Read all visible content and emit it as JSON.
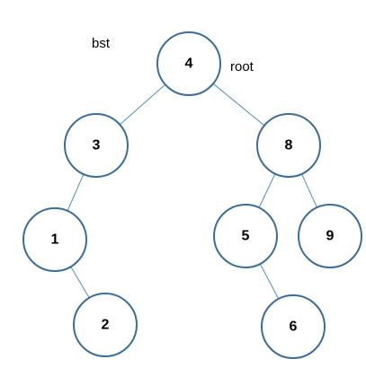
{
  "diagram": {
    "annotations": {
      "title": "bst",
      "root_label": "root"
    },
    "nodes": [
      {
        "id": "n4",
        "label": "4"
      },
      {
        "id": "n3",
        "label": "3"
      },
      {
        "id": "n8",
        "label": "8"
      },
      {
        "id": "n1",
        "label": "1"
      },
      {
        "id": "n5",
        "label": "5"
      },
      {
        "id": "n9",
        "label": "9"
      },
      {
        "id": "n2",
        "label": "2"
      },
      {
        "id": "n6",
        "label": "6"
      }
    ],
    "edges": [
      {
        "from": "n4",
        "to": "n3"
      },
      {
        "from": "n4",
        "to": "n8"
      },
      {
        "from": "n3",
        "to": "n1"
      },
      {
        "from": "n1",
        "to": "n2"
      },
      {
        "from": "n8",
        "to": "n5"
      },
      {
        "from": "n8",
        "to": "n9"
      },
      {
        "from": "n5",
        "to": "n6"
      }
    ],
    "colors": {
      "node_stroke": "#3d6d96",
      "edge_stroke": "#4f8fc0",
      "text": "#000000",
      "background": "#ffffff"
    }
  }
}
